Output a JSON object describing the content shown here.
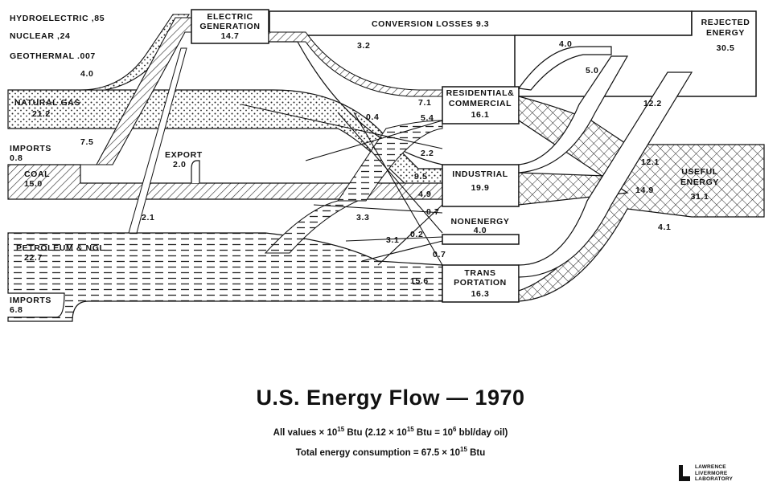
{
  "caption": {
    "title": "U.S. Energy Flow — 1970",
    "units_prefix": "All values",
    "units_mid": "× 10",
    "units_exp1": "15",
    "units_rest": " Btu (2.12 × 10",
    "units_exp2": "15",
    "units_rest2": " Btu = 10",
    "units_exp3": "6",
    "units_tail": " bbl/day oil)",
    "total_prefix": "Total energy consumption = 67.5 × 10",
    "total_exp": "15",
    "total_tail": " Btu"
  },
  "logo": {
    "line1": "LAWRENCE",
    "line2": "LIVERMORE",
    "line3": "LABORATORY"
  },
  "sources": {
    "hydro": "HYDROELECTRIC ,85",
    "nuclear": "NUCLEAR ,24",
    "geothermal": "GEOTHERMAL .007",
    "natural_gas": "NATURAL   GAS",
    "natural_gas_value": "21.2",
    "imports_gas": "IMPORTS",
    "imports_gas_value": "0.8",
    "coal": "COAL",
    "coal_value": "15.0",
    "petroleum": "PETROLEUM & NGL",
    "petroleum_value": "22.7",
    "imports_oil": "IMPORTS",
    "imports_oil_value": "6.8"
  },
  "nodes": {
    "electric_line1": "ELECTRIC",
    "electric_line2": "GENERATION",
    "electric_value": "14.7",
    "residential_line1": "RESIDENTIAL&",
    "residential_line2": "COMMERCIAL",
    "residential_value": "16.1",
    "industrial": "INDUSTRIAL",
    "industrial_value": "19.9",
    "nonenergy": "NONENERGY",
    "nonenergy_value": "4.0",
    "transport_line1": "TRANS",
    "transport_line2": "PORTATION",
    "transport_value": "16.3"
  },
  "outputs": {
    "conversion_losses": "CONVERSION   LOSSES 9.3",
    "rejected_line1": "REJECTED",
    "rejected_line2": "ENERGY",
    "rejected_value": "30.5",
    "useful_line1": "USEFUL",
    "useful_line2": "ENERGY",
    "useful_value": "31.1"
  },
  "flows": {
    "gas_to_elec": "4.0",
    "coal_to_elec": "7.5",
    "export": "EXPORT",
    "export_value": "2.0",
    "oil_to_elec": "2.1",
    "elec_to_res": "3.2",
    "gas_to_res": "7.1",
    "elec_to_res2": "0.4",
    "res_5_4": "5.4",
    "ind_2_2": "2.2",
    "ind_9_5": "9.5",
    "ind_4_9": "4.9",
    "non_0_7a": "0.7",
    "oil_3_3": "3.3",
    "oil_0_2": "0.2",
    "oil_3_1": "3.1",
    "non_0_7b": "0.7",
    "trans_15_6": "15.6",
    "rej_4_0": "4.0",
    "rej_5_0": "5.0",
    "rej_12_2": "12.2",
    "use_12_1": "12.1",
    "use_14_9": "14.9",
    "use_4_1": "4.1"
  }
}
